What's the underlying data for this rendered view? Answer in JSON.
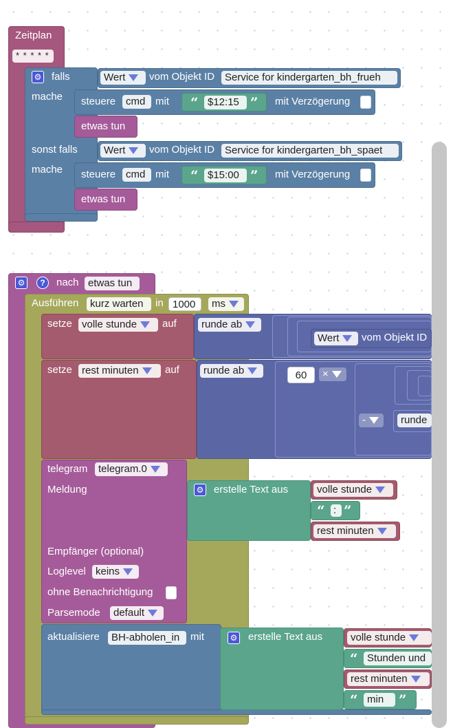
{
  "zeitplan": {
    "title": "Zeitplan",
    "cron": "* * * * *",
    "if_label": "falls",
    "do_label": "mache",
    "elseif_label": "sonst falls",
    "do2_label": "mache",
    "value_dropdown": "Wert",
    "from_object": "vom Objekt ID",
    "object1": "Service for kindergarten_bh_frueh",
    "object2": "Service for kindergarten_bh_spaet",
    "control_label": "steuere",
    "cmd_field": "cmd",
    "with_label": "mit",
    "delay_label": "mit Verzögerung",
    "value1": "$12:15",
    "value2": "$15:00",
    "do_something": "etwas tun"
  },
  "timeout": {
    "after_label": "nach",
    "do_something": "etwas tun",
    "execute_label": "Ausführen",
    "short_wait": "kurz warten",
    "in_label": "in",
    "delay_value": "1000",
    "unit": "ms"
  },
  "set1": {
    "set_label": "setze",
    "variable": "volle stunde",
    "to_label": "auf",
    "round_dropdown": "runde ab",
    "value_dropdown": "Wert",
    "from_object": "vom Objekt ID"
  },
  "set2": {
    "set_label": "setze",
    "variable": "rest minuten",
    "to_label": "auf",
    "round_dropdown": "runde ab",
    "number": "60",
    "times_op": "×",
    "minus_op": "-",
    "round_label": "runde",
    "slash": "/"
  },
  "telegram": {
    "label": "telegram",
    "instance": "telegram.0",
    "message_label": "Meldung",
    "create_text": "erstelle Text aus",
    "var1": "volle stunde",
    "colon": ":",
    "var2": "rest minuten",
    "recipient_label": "Empfänger (optional)",
    "loglevel_label": "Loglevel",
    "loglevel_value": "keins",
    "no_notify_label": "ohne Benachrichtigung",
    "parsemode_label": "Parsemode",
    "parsemode_value": "default"
  },
  "update": {
    "label": "aktualisiere",
    "target": "BH-abholen_in",
    "with_label": "mit",
    "create_text": "erstelle Text aus",
    "var1": "volle stunde",
    "text1": "Stunden und",
    "var2": "rest minuten",
    "text2": "min"
  },
  "icons": {
    "quote_open": "“",
    "quote_close": "”",
    "gear": "⚙",
    "help": "?"
  }
}
